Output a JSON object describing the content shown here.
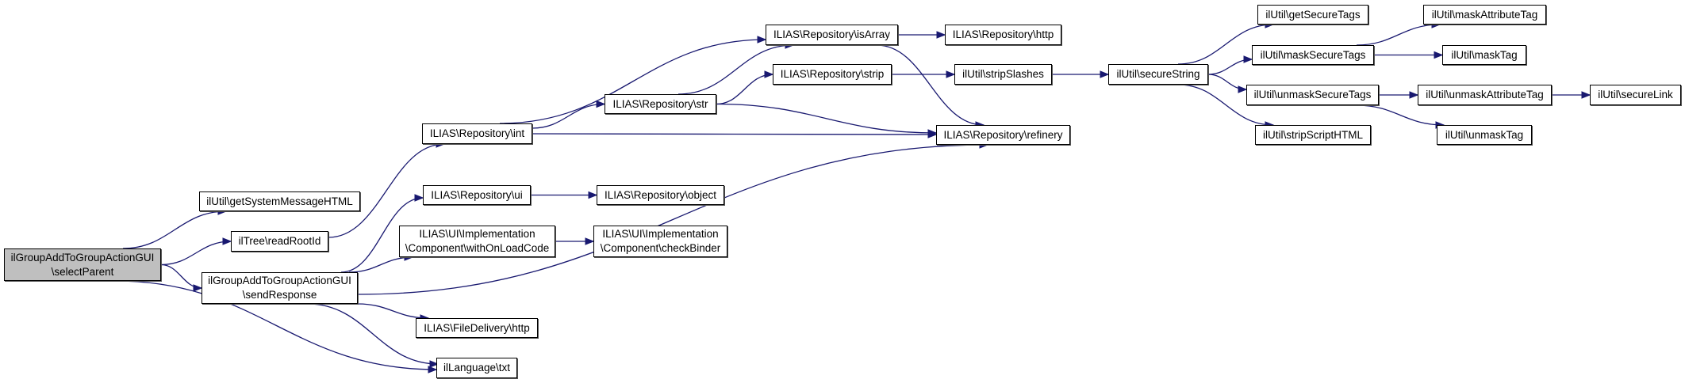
{
  "graph": {
    "edge_color": "#191970",
    "current_fill": "#bfbfbf",
    "nodes": {
      "selectParent": {
        "lines": [
          "ilGroupAddToGroupActionGUI",
          "\\selectParent"
        ],
        "current": true
      },
      "getSystemMessageHTML": {
        "lines": [
          "ilUtil\\getSystemMessageHTML"
        ]
      },
      "readRootId": {
        "lines": [
          "ilTree\\readRootId"
        ]
      },
      "sendResponse": {
        "lines": [
          "ilGroupAddToGroupActionGUI",
          "\\sendResponse"
        ]
      },
      "int": {
        "lines": [
          "ILIAS\\Repository\\int"
        ]
      },
      "str": {
        "lines": [
          "ILIAS\\Repository\\str"
        ]
      },
      "ui": {
        "lines": [
          "ILIAS\\Repository\\ui"
        ]
      },
      "object": {
        "lines": [
          "ILIAS\\Repository\\object"
        ]
      },
      "withOnLoadCode": {
        "lines": [
          "ILIAS\\UI\\Implementation",
          "\\Component\\withOnLoadCode"
        ]
      },
      "checkBinder": {
        "lines": [
          "ILIAS\\UI\\Implementation",
          "\\Component\\checkBinder"
        ]
      },
      "fileHttp": {
        "lines": [
          "ILIAS\\FileDelivery\\http"
        ]
      },
      "txt": {
        "lines": [
          "ilLanguage\\txt"
        ]
      },
      "isArray": {
        "lines": [
          "ILIAS\\Repository\\isArray"
        ]
      },
      "strip": {
        "lines": [
          "ILIAS\\Repository\\strip"
        ]
      },
      "repoHttp": {
        "lines": [
          "ILIAS\\Repository\\http"
        ]
      },
      "stripSlashes": {
        "lines": [
          "ilUtil\\stripSlashes"
        ]
      },
      "refinery": {
        "lines": [
          "ILIAS\\Repository\\refinery"
        ]
      },
      "secureString": {
        "lines": [
          "ilUtil\\secureString"
        ]
      },
      "getSecureTags": {
        "lines": [
          "ilUtil\\getSecureTags"
        ]
      },
      "maskAttributeTag": {
        "lines": [
          "ilUtil\\maskAttributeTag"
        ]
      },
      "maskSecureTags": {
        "lines": [
          "ilUtil\\maskSecureTags"
        ]
      },
      "maskTag": {
        "lines": [
          "ilUtil\\maskTag"
        ]
      },
      "unmaskSecureTags": {
        "lines": [
          "ilUtil\\unmaskSecureTags"
        ]
      },
      "unmaskAttributeTag": {
        "lines": [
          "ilUtil\\unmaskAttributeTag"
        ]
      },
      "secureLink": {
        "lines": [
          "ilUtil\\secureLink"
        ]
      },
      "stripScriptHTML": {
        "lines": [
          "ilUtil\\stripScriptHTML"
        ]
      },
      "unmaskTag": {
        "lines": [
          "ilUtil\\unmaskTag"
        ]
      }
    },
    "edges": [
      [
        "selectParent",
        "getSystemMessageHTML"
      ],
      [
        "selectParent",
        "readRootId"
      ],
      [
        "selectParent",
        "sendResponse"
      ],
      [
        "selectParent",
        "txt"
      ],
      [
        "readRootId",
        "int"
      ],
      [
        "sendResponse",
        "ui"
      ],
      [
        "sendResponse",
        "withOnLoadCode"
      ],
      [
        "sendResponse",
        "refinery"
      ],
      [
        "sendResponse",
        "fileHttp"
      ],
      [
        "sendResponse",
        "txt"
      ],
      [
        "int",
        "isArray"
      ],
      [
        "int",
        "str"
      ],
      [
        "int",
        "refinery"
      ],
      [
        "str",
        "isArray"
      ],
      [
        "str",
        "strip"
      ],
      [
        "str",
        "refinery"
      ],
      [
        "isArray",
        "repoHttp"
      ],
      [
        "isArray",
        "refinery"
      ],
      [
        "strip",
        "stripSlashes"
      ],
      [
        "stripSlashes",
        "secureString"
      ],
      [
        "ui",
        "object"
      ],
      [
        "withOnLoadCode",
        "checkBinder"
      ],
      [
        "secureString",
        "getSecureTags"
      ],
      [
        "secureString",
        "maskSecureTags"
      ],
      [
        "secureString",
        "unmaskSecureTags"
      ],
      [
        "secureString",
        "stripScriptHTML"
      ],
      [
        "maskSecureTags",
        "maskAttributeTag"
      ],
      [
        "maskSecureTags",
        "maskTag"
      ],
      [
        "unmaskSecureTags",
        "unmaskAttributeTag"
      ],
      [
        "unmaskSecureTags",
        "unmaskTag"
      ],
      [
        "unmaskAttributeTag",
        "secureLink"
      ]
    ]
  }
}
